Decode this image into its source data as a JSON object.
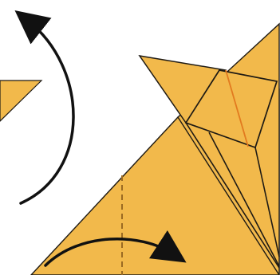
{
  "diagram": {
    "kind": "origami-fold-instruction",
    "colors": {
      "background": "#ffffff",
      "paper": "#f2b94b",
      "outline": "#1e1a14",
      "orange_crease": "#e27a1f",
      "dashed_fold_line": "#9a6a22",
      "arrow": "#111111"
    },
    "elements": [
      "left-paper-fragment",
      "top-right-paper-section",
      "large-paper-base",
      "top-flap",
      "diamond-panel",
      "orange-crease-line",
      "vertical-dashed-fold-line",
      "curved-rotation-arrow",
      "curved-fold-direction-arrow"
    ]
  }
}
